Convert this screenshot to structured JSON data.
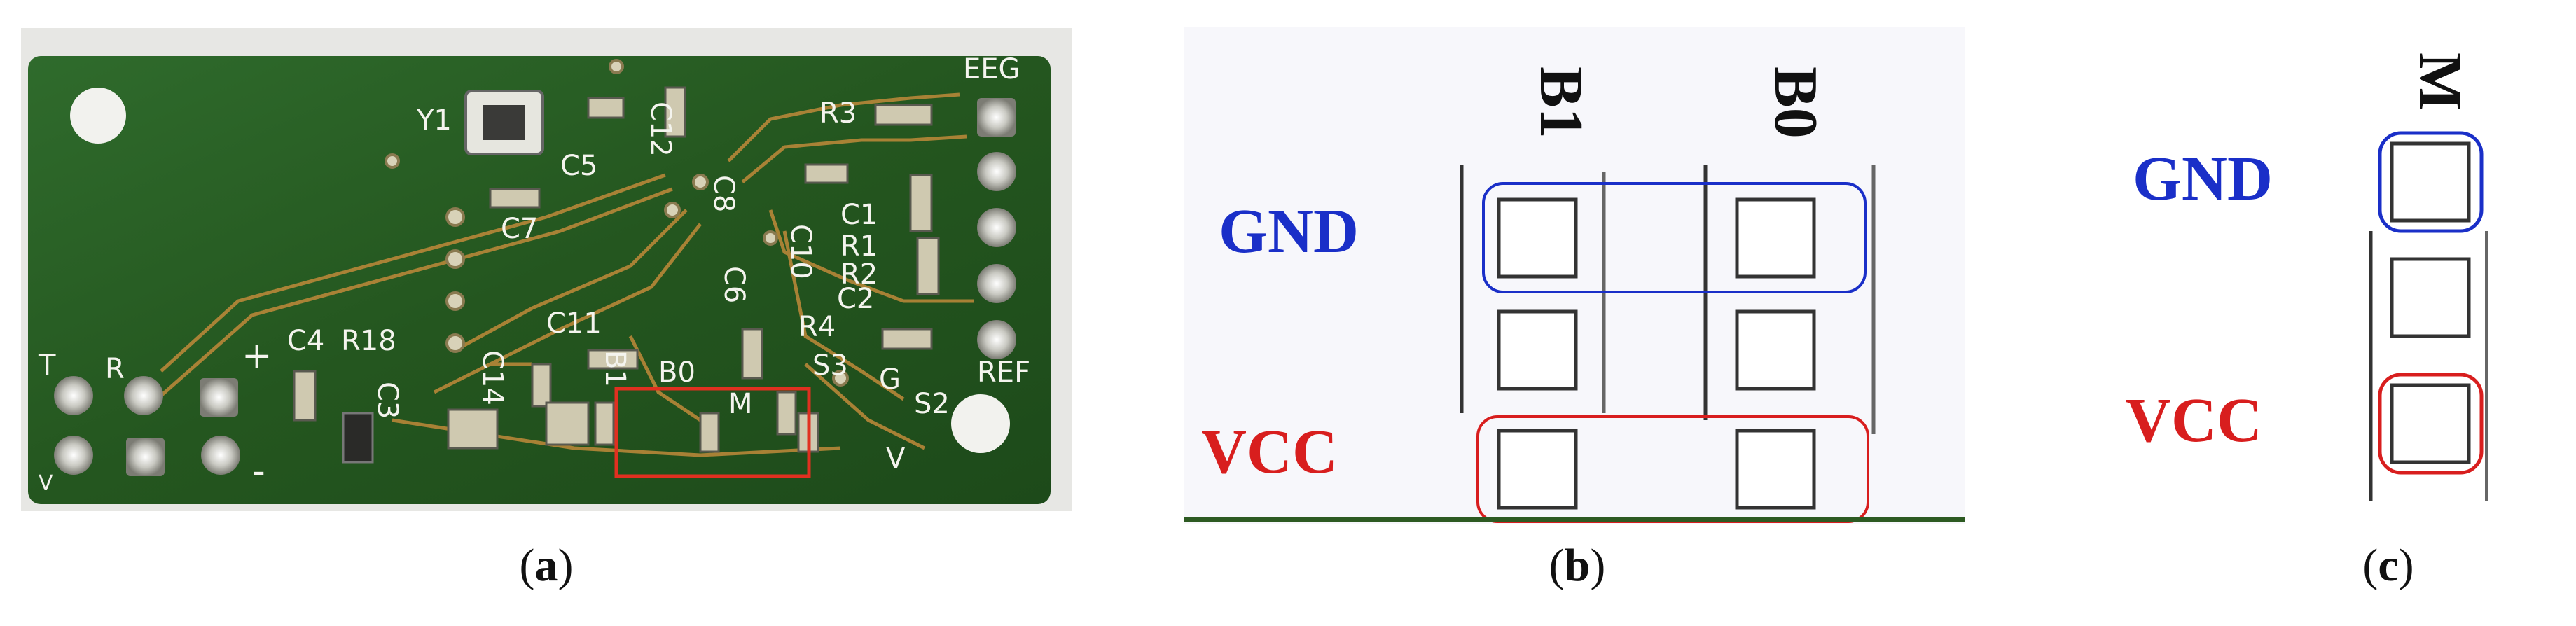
{
  "captions": {
    "a": "a",
    "b": "b",
    "c": "c"
  },
  "board": {
    "silkscreen": [
      "EEG",
      "Y1",
      "C12",
      "R3",
      "C5",
      "C8",
      "C7",
      "C1",
      "C10",
      "R1",
      "R2",
      "C2",
      "C6",
      "C11",
      "R4",
      "C4",
      "R18",
      "C14",
      "B1",
      "B0",
      "M",
      "S3",
      "G",
      "S2",
      "C3",
      "T",
      "R",
      "+",
      "-",
      "V",
      "REF",
      "V"
    ],
    "highlight_color": "#e03020"
  },
  "panel_b": {
    "columns": [
      "B1",
      "B0"
    ],
    "rows": [
      "GND",
      "VCC"
    ],
    "gnd_color": "#1a2fc8",
    "vcc_color": "#d81e1e"
  },
  "panel_c": {
    "column": "M",
    "rows": [
      "GND",
      "VCC"
    ],
    "gnd_color": "#1a2fc8",
    "vcc_color": "#d81e1e"
  }
}
